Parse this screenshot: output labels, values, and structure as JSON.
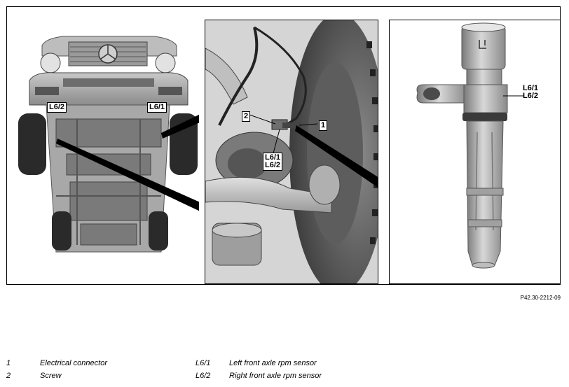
{
  "figure": {
    "code": "P42.30-2212-09",
    "vehicle_labels": {
      "left_sensor": "L6/2",
      "right_sensor": "L6/1"
    },
    "detail_labels": {
      "screw": "2",
      "connector": "1",
      "sensor_line1": "L6/1",
      "sensor_line2": "L6/2"
    },
    "sensor_labels": {
      "line1": "L6/1",
      "line2": "L6/2"
    }
  },
  "legend": {
    "items": [
      {
        "key": "1",
        "text": "Electrical connector"
      },
      {
        "key": "2",
        "text": "Screw"
      },
      {
        "key": "L6/1",
        "text": "Left front axle rpm sensor"
      },
      {
        "key": "L6/2",
        "text": "Right front axle rpm sensor"
      }
    ]
  }
}
